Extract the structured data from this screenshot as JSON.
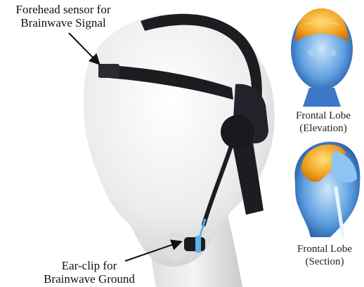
{
  "labels": {
    "forehead_sensor": {
      "line1": "Forehead sensor for",
      "line2": "Brainwave Signal"
    },
    "ear_clip": {
      "line1": "Ear-clip for",
      "line2": "Brainwave Ground"
    },
    "frontal_elevation": {
      "line1": "Frontal Lobe",
      "line2": "(Elevation)"
    },
    "frontal_section": {
      "line1": "Frontal Lobe",
      "line2": "(Section)"
    }
  },
  "colors": {
    "headset": "#1c1d20",
    "mannequin": "#e9e9ea",
    "brain_orange": "#f0a020",
    "xray_blue": "#4a8fd8",
    "cable_accent": "#5ab4e6"
  }
}
